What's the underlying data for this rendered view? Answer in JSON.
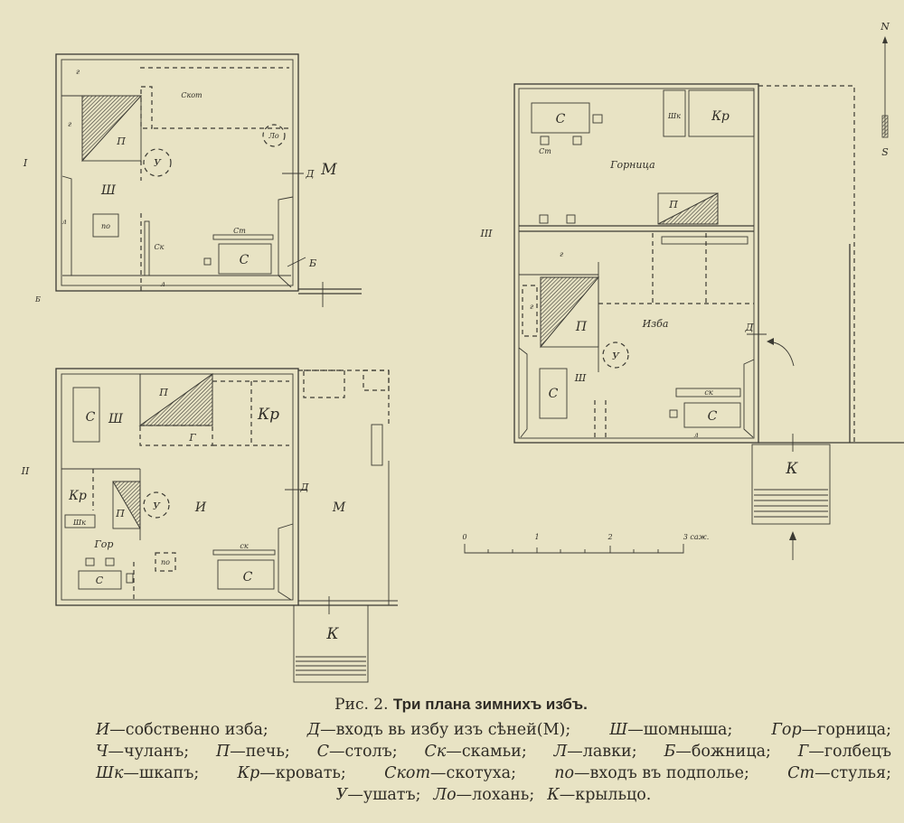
{
  "figure": {
    "caption_prefix": "Рис. 2.",
    "caption_title": "Три плана зимнихъ избъ."
  },
  "legend": {
    "lines": [
      [
        {
          "abbr": "И",
          "def": "собственно изба;"
        },
        {
          "abbr": "Д",
          "def": "входъ вь избу изъ сѣней(М);"
        },
        {
          "abbr": "Ш",
          "def": "шомныша;"
        },
        {
          "abbr": "Гор",
          "def": "горница;"
        }
      ],
      [
        {
          "abbr": "Ч",
          "def": "чуланъ;"
        },
        {
          "abbr": "П",
          "def": "печь;"
        },
        {
          "abbr": "С",
          "def": "столъ;"
        },
        {
          "abbr": "Ск",
          "def": "скамьи;"
        },
        {
          "abbr": "Л",
          "def": "лавки;"
        },
        {
          "abbr": "Б",
          "def": "божница;"
        },
        {
          "abbr": "Г",
          "def": "голбецъ"
        }
      ],
      [
        {
          "abbr": "Шк",
          "def": "шкапъ;"
        },
        {
          "abbr": "Кр",
          "def": "кровать;"
        },
        {
          "abbr": "Скот",
          "def": "скотуха;"
        },
        {
          "abbr": "по",
          "def": "входъ въ подполье;"
        },
        {
          "abbr": "Ст",
          "def": "стулья;"
        }
      ],
      [
        {
          "abbr": "У",
          "def": "ушатъ;"
        },
        {
          "abbr": "Ло",
          "def": "лохань;"
        },
        {
          "abbr": "К",
          "def": "крыльцо."
        }
      ]
    ]
  },
  "plans": {
    "I": {
      "numeral": "I",
      "labels": [
        "г",
        "г",
        "Скот",
        "П",
        "У",
        "Ло",
        "Ш",
        "Д",
        "М",
        "л",
        "по",
        "Ск",
        "Ст",
        "С",
        "Б",
        "л",
        "Б"
      ]
    },
    "II": {
      "numeral": "II",
      "labels": [
        "С",
        "Ш",
        "П",
        "Кр",
        "Г",
        "Кр",
        "Шк",
        "П",
        "У",
        "И",
        "Д",
        "М",
        "Гор",
        "С",
        "по",
        "ск",
        "С",
        "К"
      ]
    },
    "III": {
      "numeral": "III",
      "labels": [
        "С",
        "Ст",
        "Шк",
        "Кр",
        "Горница",
        "П",
        "г",
        "г",
        "П",
        "Изба",
        "У",
        "Ш",
        "С",
        "Д",
        "ск",
        "С",
        "л",
        "К"
      ]
    }
  },
  "scale": {
    "ticks": [
      "0",
      "1",
      "2",
      "3 саж."
    ]
  },
  "compass": {
    "north": "N",
    "south": "S"
  }
}
